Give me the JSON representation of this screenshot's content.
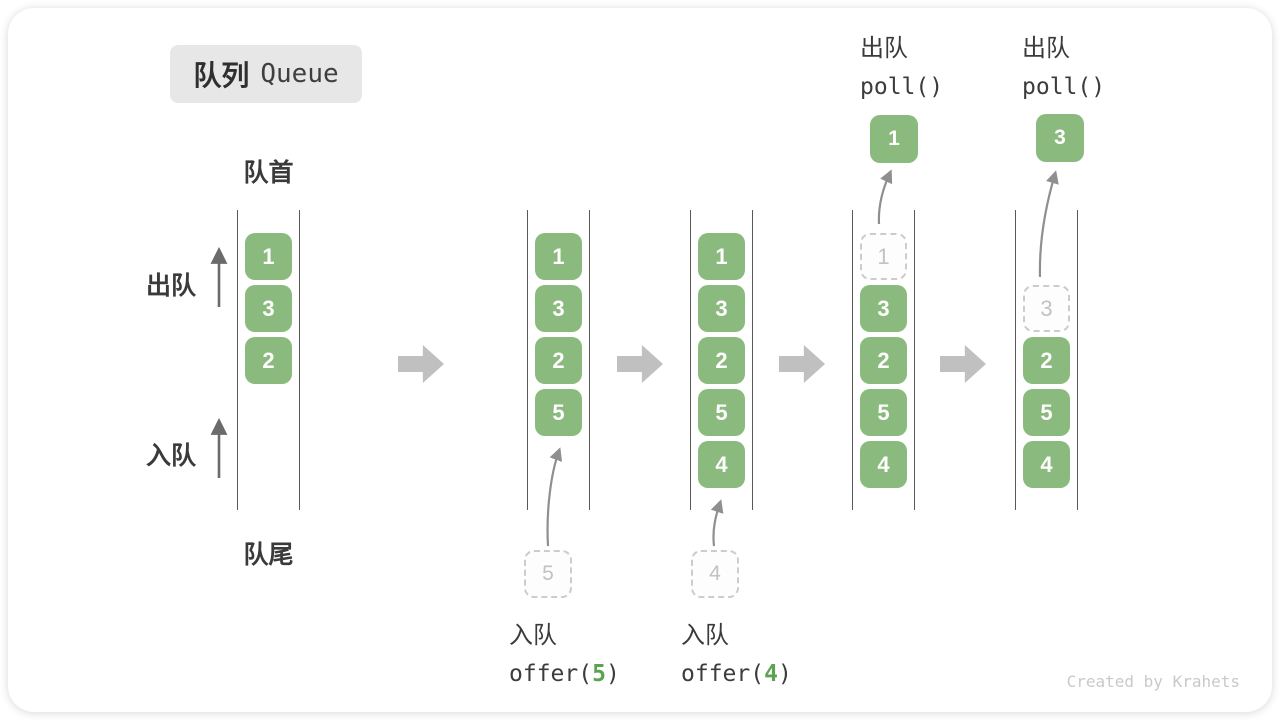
{
  "title": {
    "zh": "队列",
    "en": "Queue"
  },
  "front_label": "队首",
  "rear_label": "队尾",
  "side": {
    "dequeue": "出队",
    "enqueue": "入队"
  },
  "queues": {
    "q1": {
      "cells": [
        "1",
        "3",
        "2"
      ]
    },
    "q2": {
      "cells": [
        "1",
        "3",
        "2",
        "5"
      ],
      "pending": "5"
    },
    "q3": {
      "cells": [
        "1",
        "3",
        "2",
        "5",
        "4"
      ],
      "pending": "4"
    },
    "q4": {
      "removed": "1",
      "cells": [
        "3",
        "2",
        "5",
        "4"
      ],
      "popped": "1"
    },
    "q5": {
      "removed": "3",
      "cells": [
        "2",
        "5",
        "4"
      ],
      "popped": "3"
    }
  },
  "annotations": {
    "enqueue1": {
      "label": "入队",
      "code_open": "offer(",
      "arg": "5",
      "code_close": ")"
    },
    "enqueue2": {
      "label": "入队",
      "code_open": "offer(",
      "arg": "4",
      "code_close": ")"
    },
    "dequeue1": {
      "label": "出队",
      "code": "poll()"
    },
    "dequeue2": {
      "label": "出队",
      "code": "poll()"
    }
  },
  "watermark": "Created by Krahets",
  "colors": {
    "cell_green": "#8bba7e",
    "arg_green": "#5ba350",
    "block_arrow": "#c0c0c0",
    "wall": "#595959",
    "text_dark": "#3a3a3a",
    "dashed_border": "#cccccc",
    "dashed_text": "#c2c2c2",
    "badge_bg": "#e7e7e7",
    "watermark": "#c9c9c9",
    "arrow_gray": "#8f8f8f",
    "arrow_dark": "#6b6b6b"
  }
}
